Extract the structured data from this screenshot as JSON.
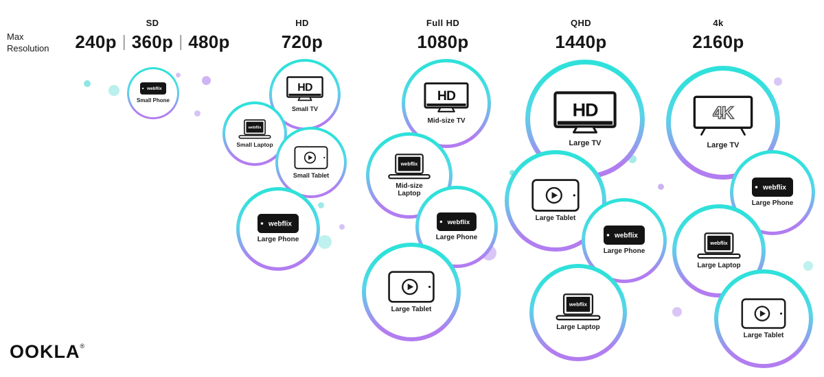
{
  "header": {
    "axis_label": "Max Resolution",
    "separator": "|",
    "columns": [
      {
        "name": "SD",
        "resolutions": [
          "240p",
          "360p",
          "480p"
        ]
      },
      {
        "name": "HD",
        "resolutions": [
          "720p"
        ]
      },
      {
        "name": "Full HD",
        "resolutions": [
          "1080p"
        ]
      },
      {
        "name": "QHD",
        "resolutions": [
          "1440p"
        ]
      },
      {
        "name": "4k",
        "resolutions": [
          "2160p"
        ]
      }
    ]
  },
  "icon_text": {
    "brand": "webflix",
    "hd": "HD",
    "fourk": "4K"
  },
  "bubbles": [
    {
      "column": "SD",
      "label": "Small Phone",
      "device": "phone"
    },
    {
      "column": "HD",
      "label": "Small TV",
      "device": "tv-hd"
    },
    {
      "column": "HD",
      "label": "Small Laptop",
      "device": "laptop"
    },
    {
      "column": "HD",
      "label": "Small Tablet",
      "device": "tablet"
    },
    {
      "column": "HD",
      "label": "Large Phone",
      "device": "phone"
    },
    {
      "column": "Full HD",
      "label": "Mid-size TV",
      "device": "tv-hd"
    },
    {
      "column": "Full HD",
      "label": "Mid-size Laptop",
      "device": "laptop"
    },
    {
      "column": "Full HD",
      "label": "Large Phone",
      "device": "phone"
    },
    {
      "column": "Full HD",
      "label": "Large Tablet",
      "device": "tablet"
    },
    {
      "column": "QHD",
      "label": "Large TV",
      "device": "tv-hd"
    },
    {
      "column": "QHD",
      "label": "Large Tablet",
      "device": "tablet"
    },
    {
      "column": "QHD",
      "label": "Large Phone",
      "device": "phone"
    },
    {
      "column": "QHD",
      "label": "Large Laptop",
      "device": "laptop"
    },
    {
      "column": "4k",
      "label": "Large TV",
      "device": "tv-4k"
    },
    {
      "column": "4k",
      "label": "Large Phone",
      "device": "phone"
    },
    {
      "column": "4k",
      "label": "Large Laptop",
      "device": "laptop"
    },
    {
      "column": "4k",
      "label": "Large Tablet",
      "device": "tablet"
    }
  ],
  "footer": {
    "brand": "OOKLA",
    "registered": "®"
  },
  "colors": {
    "cyan": "#2FE1DA",
    "purple": "#B27DF0"
  }
}
